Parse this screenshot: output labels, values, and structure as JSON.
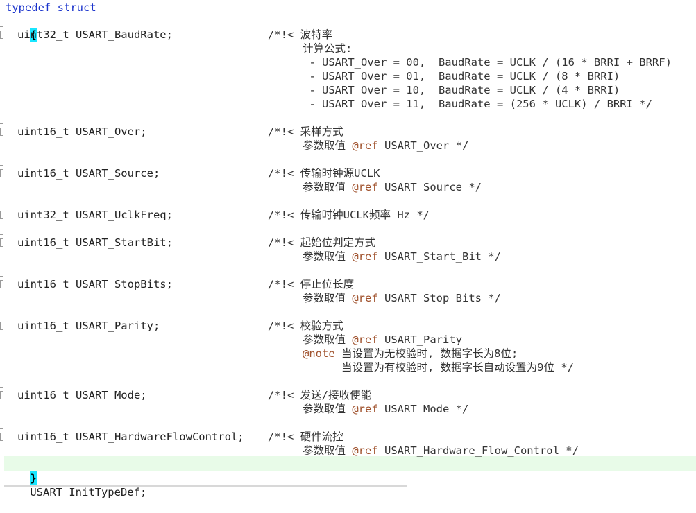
{
  "header": {
    "keyword": "typedef struct",
    "open_brace": "{",
    "close_brace": "}"
  },
  "fields": [
    {
      "decl": "uint32_t USART_BaudRate;",
      "comment_lines": [
        "/*!< 波特率",
        "计算公式:",
        " - USART_Over = 00,  BaudRate = UCLK / (16 * BRRI + BRRF)",
        " - USART_Over = 01,  BaudRate = UCLK / (8 * BRRI)",
        " - USART_Over = 10,  BaudRate = UCLK / (4 * BRRI)",
        " - USART_Over = 11,  BaudRate = (256 * UCLK) / BRRI */"
      ]
    },
    {
      "decl": "uint16_t USART_Over;",
      "comment_lines": [
        "/*!< 采样方式",
        "参数取值 @ref USART_Over */"
      ]
    },
    {
      "decl": "uint16_t USART_Source;",
      "comment_lines": [
        "/*!< 传输时钟源UCLK",
        "参数取值 @ref USART_Source */"
      ]
    },
    {
      "decl": "uint32_t USART_UclkFreq;",
      "comment_lines": [
        "/*!< 传输时钟UCLK频率 Hz */"
      ]
    },
    {
      "decl": "uint16_t USART_StartBit;",
      "comment_lines": [
        "/*!< 起始位判定方式",
        "参数取值 @ref USART_Start_Bit */"
      ]
    },
    {
      "decl": "uint16_t USART_StopBits;",
      "comment_lines": [
        "/*!< 停止位长度",
        "参数取值 @ref USART_Stop_Bits */"
      ]
    },
    {
      "decl": "uint16_t USART_Parity;",
      "comment_lines": [
        "/*!< 校验方式",
        "参数取值 @ref USART_Parity",
        "@note 当设置为无校验时, 数据字长为8位;",
        "      当设置为有校验时, 数据字长自动设置为9位 */"
      ]
    },
    {
      "decl": "uint16_t USART_Mode;",
      "comment_lines": [
        "/*!< 发送/接收使能",
        "参数取值 @ref USART_Mode */"
      ]
    },
    {
      "decl": "uint16_t USART_HardwareFlowControl;",
      "comment_lines": [
        "/*!< 硬件流控",
        "参数取值 @ref USART_Hardware_Flow_Control */"
      ]
    }
  ],
  "footer": {
    "typedef_name": "USART_InitTypeDef;"
  },
  "colors": {
    "keyword": "#1a33cc",
    "ref_tag": "#a0522d",
    "brace_highlight": "#19e6ff",
    "current_line": "#e8fbe8"
  }
}
